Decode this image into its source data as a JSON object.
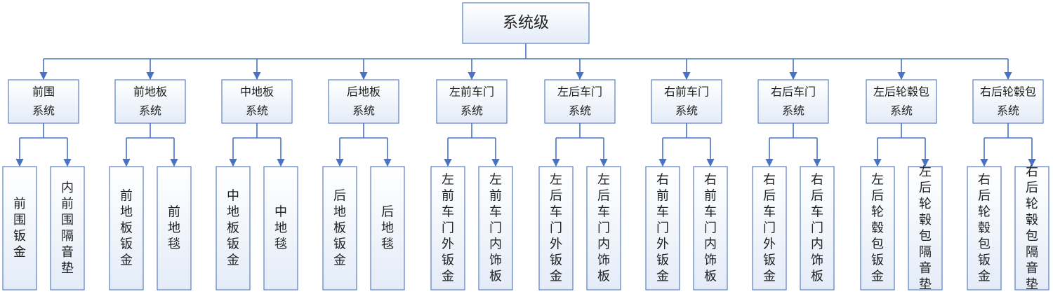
{
  "root": "系统级",
  "colors": {
    "line": "#4a72c4",
    "box_border": "#5b7fc7",
    "box_fill_top": "#ffffff",
    "box_fill_bottom": "#e4ecf8"
  },
  "systems": [
    {
      "name": [
        "前围",
        "系统"
      ],
      "parts": [
        "前围钣金",
        "内前围隔音垫"
      ]
    },
    {
      "name": [
        "前地板",
        "系统"
      ],
      "parts": [
        "前地板钣金",
        "前地毯"
      ]
    },
    {
      "name": [
        "中地板",
        "系统"
      ],
      "parts": [
        "中地板钣金",
        "中地毯"
      ]
    },
    {
      "name": [
        "后地板",
        "系统"
      ],
      "parts": [
        "后地板钣金",
        "后地毯"
      ]
    },
    {
      "name": [
        "左前车门",
        "系统"
      ],
      "parts": [
        "左前车门外钣金",
        "左前车门内饰板"
      ]
    },
    {
      "name": [
        "左后车门",
        "系统"
      ],
      "parts": [
        "左后车门外钣金",
        "左后车门内饰板"
      ]
    },
    {
      "name": [
        "右前车门",
        "系统"
      ],
      "parts": [
        "右前车门外钣金",
        "右前车门内饰板"
      ]
    },
    {
      "name": [
        "右后车门",
        "系统"
      ],
      "parts": [
        "右后车门外钣金",
        "右后车门内饰板"
      ]
    },
    {
      "name": [
        "左后轮毂包",
        "系统"
      ],
      "parts": [
        "左后轮毂包钣金",
        "左后轮毂包隔音垫"
      ]
    },
    {
      "name": [
        "右后轮毂包",
        "系统"
      ],
      "parts": [
        "右后轮毂包钣金",
        "右后轮毂包隔音垫"
      ]
    }
  ]
}
